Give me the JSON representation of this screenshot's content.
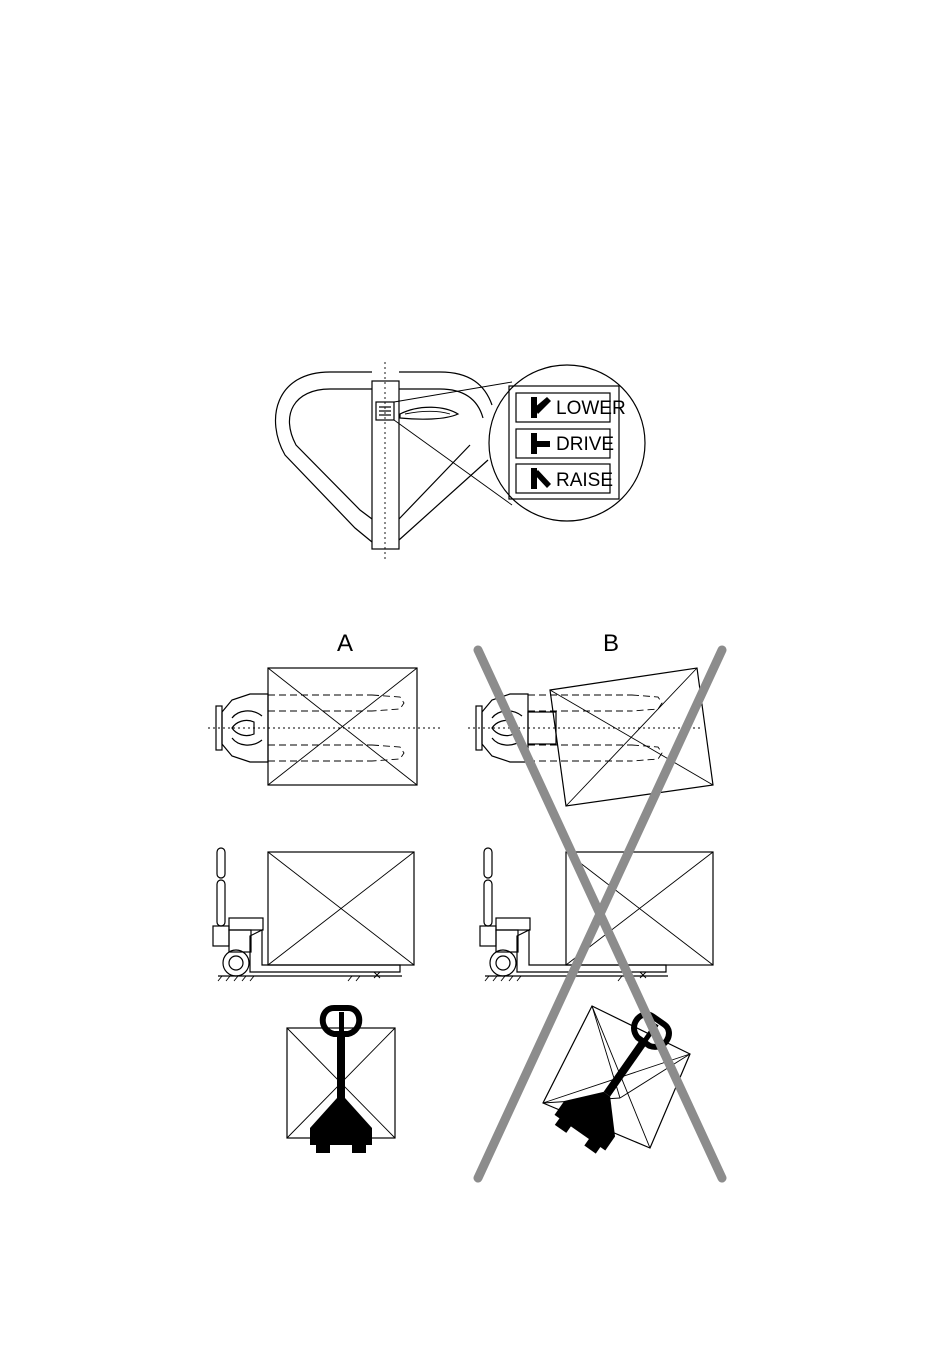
{
  "handle_legend": {
    "items": [
      {
        "label": "LOWER",
        "icon": "lever-lower-icon"
      },
      {
        "label": "DRIVE",
        "icon": "lever-drive-icon"
      },
      {
        "label": "RAISE",
        "icon": "lever-raise-icon"
      }
    ]
  },
  "panels": {
    "a": {
      "label": "A",
      "status": "correct"
    },
    "b": {
      "label": "B",
      "status": "incorrect"
    }
  },
  "colors": {
    "line": "#000000",
    "cross_out": "#8c8c8c",
    "background": "#ffffff"
  }
}
